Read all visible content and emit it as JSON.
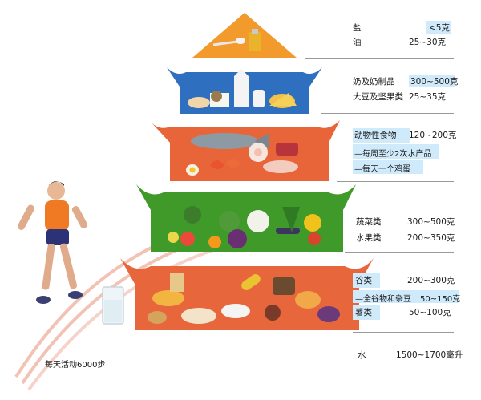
{
  "labels": {
    "salt": "盐",
    "salt_amount": "<5克",
    "oil": "油",
    "oil_amount": "25~30克",
    "dairy": "奶及奶制品",
    "dairy_amount": "300~500克",
    "soy_nuts": "大豆及坚果类",
    "soy_nuts_amount": "25~35克",
    "animal": "动物性食物",
    "animal_amount": "120~200克",
    "aquatic_note": "—每周至少2次水产品",
    "egg_note": "—每天一个鸡蛋",
    "vegetables": "蔬菜类",
    "vegetables_amount": "300~500克",
    "fruits": "水果类",
    "fruits_amount": "200~350克",
    "grains": "谷类",
    "grains_amount": "200~300克",
    "wholegrain_note": "—全谷物和杂豆",
    "wholegrain_amount": "50~150克",
    "tubers": "薯类",
    "tubers_amount": "50~100克",
    "water": "水",
    "water_amount": "1500~1700毫升",
    "activity": "每天活动6000步"
  },
  "colors": {
    "tier1": "#f39a2c",
    "tier2": "#2f6fc0",
    "tier3": "#e8653a",
    "tier4": "#3f9a2a",
    "tier5": "#e8663c",
    "highlight": "#cfeafb",
    "track": "#f2c2b4"
  }
}
